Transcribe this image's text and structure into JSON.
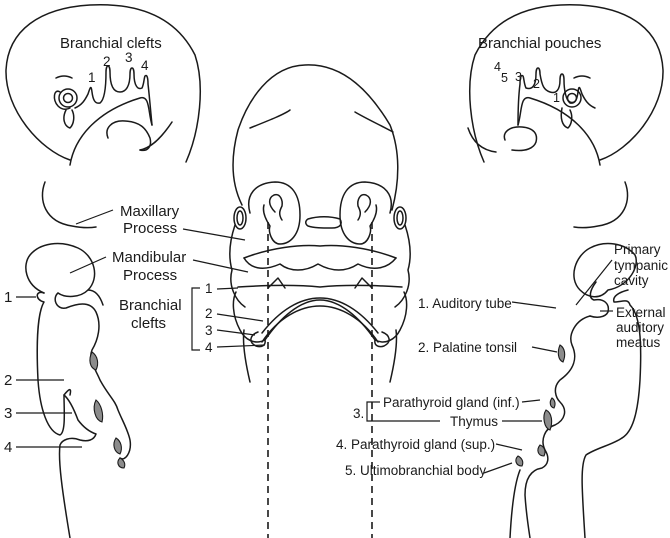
{
  "figure": {
    "top_left_title": "Branchial clefts",
    "top_right_title": "Branchial pouches",
    "top_left_numbers": [
      "1",
      "2",
      "3",
      "4"
    ],
    "top_right_numbers": [
      "4",
      "5",
      "3",
      "2",
      "1"
    ],
    "center_labels": {
      "maxillary_1": "Maxillary",
      "maxillary_2": "Process",
      "mandibular_1": "Mandibular",
      "mandibular_2": "Process",
      "branchial_1": "Branchial",
      "branchial_2": "clefts",
      "cleft_numbers": [
        "1",
        "2",
        "3",
        "4"
      ]
    },
    "left_numbers": [
      "1",
      "2",
      "3",
      "4"
    ],
    "right_labels": {
      "primary_tympanic_1": "Primary",
      "primary_tympanic_2": "tympanic",
      "primary_tympanic_3": "cavity",
      "external_auditory_1": "External",
      "external_auditory_2": "auditory",
      "external_auditory_3": "meatus",
      "auditory_tube": "1. Auditory tube",
      "palatine_tonsil": "2. Palatine tonsil",
      "pouch3_number": "3.",
      "parathyroid_inf": "Parathyroid gland (inf.)",
      "thymus": "Thymus",
      "parathyroid_sup": "4. Parathyroid gland (sup.)",
      "ultimobranchial": "5. Ultimobranchial body"
    }
  }
}
